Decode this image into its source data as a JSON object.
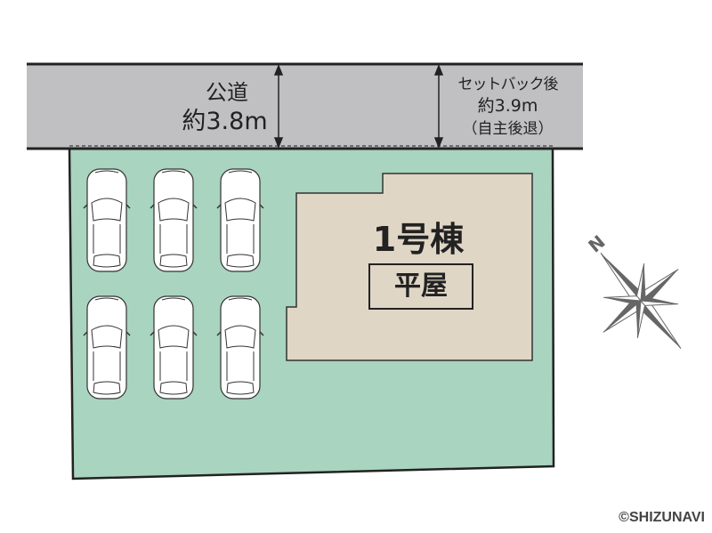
{
  "road": {
    "name": "公道",
    "width": "約3.8m"
  },
  "setback": {
    "line1": "セットバック後",
    "line2": "約3.9m",
    "line3": "（自主後退）"
  },
  "building": {
    "name": "1号棟",
    "type": "平屋"
  },
  "parking": {
    "car_count": 6
  },
  "compass": {
    "north_label": "N"
  },
  "copyright": "©SHIZUNAVI",
  "colors": {
    "road": "#c0bfc2",
    "lot": "#a9d4bf",
    "building": "#e0d6c6"
  }
}
